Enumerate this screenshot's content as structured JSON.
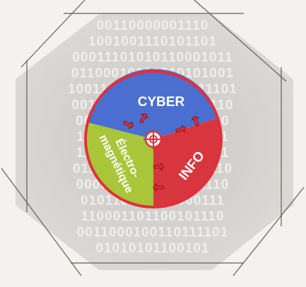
{
  "binary_rows": [
    "00110000001110",
    "1001001110101101",
    "00011101010110001011",
    "01100010100010101001",
    "100110101000101011101",
    "00100100110101000110",
    "0010100010101100110",
    "1010011101011001101",
    "1100100010110001011",
    "01110001010101110110",
    "0000001011010001110",
    "010110101011000111",
    "110001101100101110",
    "0011000100110111101",
    "01010101100101"
  ],
  "sectors": {
    "cyber": {
      "label": "CYBER",
      "color": "#4a6fd0"
    },
    "info": {
      "label": "INFO",
      "color": "#d8363f"
    },
    "electro": {
      "label_line1": "Électro-",
      "label_line2": "magnétique",
      "color": "#a9c53a"
    }
  },
  "rim_color": "#e03038",
  "target_icon": "crosshair-icon",
  "arrow_icon": "double-arrow-icon",
  "frame_color": "#6a5a52"
}
